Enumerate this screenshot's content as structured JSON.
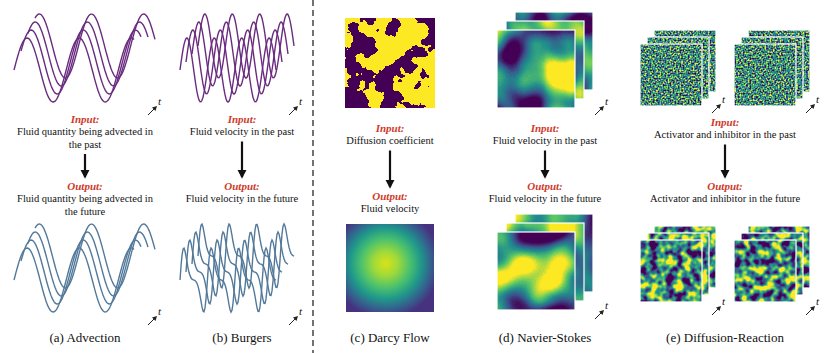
{
  "diagram": {
    "nodes": [
      {
        "text": [
          "Input:",
          "Fluid quantity being advected in the past"
        ]
      },
      {
        "text": [
          "Output:",
          "Fluid quantity being advected in the future"
        ]
      },
      {
        "text": [
          "Input:",
          "Fluid velocity in the past"
        ]
      },
      {
        "text": [
          "Output:",
          "Fluid velocity in the future"
        ]
      },
      {
        "text": [
          "Input:",
          "Diffusion coefficient"
        ]
      },
      {
        "text": [
          "Output:",
          "Fluid velocity"
        ]
      },
      {
        "text": [
          "Input:",
          "Fluid velocity in the past"
        ]
      },
      {
        "text": [
          "Output:",
          "Fluid velocity in the future"
        ]
      },
      {
        "text": [
          "Input:",
          "Activator and inhibitor in the past"
        ]
      },
      {
        "text": [
          "Output:",
          "Activator and inhibitor in the future"
        ]
      }
    ],
    "edges": [
      {
        "from": 0,
        "to": 1,
        "arrow": "to"
      },
      {
        "from": 2,
        "to": 3,
        "arrow": "to"
      },
      {
        "from": 4,
        "to": 5,
        "arrow": "to"
      },
      {
        "from": 6,
        "to": 7,
        "arrow": "to"
      },
      {
        "from": 8,
        "to": 9,
        "arrow": "to"
      }
    ],
    "labels": [
      "t",
      "t",
      "(a) Advection",
      "t",
      "t",
      "(b) Burgers",
      "(c) Darcy Flow",
      "t",
      "t",
      "(d) Navier-Stokes",
      "t",
      "t",
      "t",
      "t",
      "(e) Diffusion-Reaction"
    ]
  }
}
